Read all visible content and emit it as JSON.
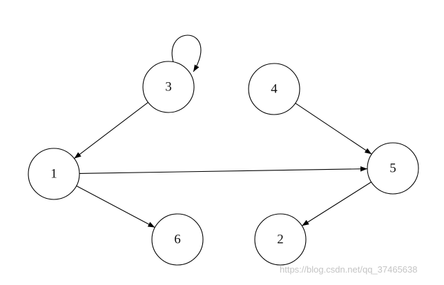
{
  "nodes": [
    {
      "id": "n1",
      "label": "1"
    },
    {
      "id": "n2",
      "label": "2"
    },
    {
      "id": "n3",
      "label": "3"
    },
    {
      "id": "n4",
      "label": "4"
    },
    {
      "id": "n5",
      "label": "5"
    },
    {
      "id": "n6",
      "label": "6"
    }
  ],
  "edges": [
    {
      "from": "n3",
      "to": "n3"
    },
    {
      "from": "n3",
      "to": "n1"
    },
    {
      "from": "n1",
      "to": "n5"
    },
    {
      "from": "n1",
      "to": "n6"
    },
    {
      "from": "n4",
      "to": "n5"
    },
    {
      "from": "n5",
      "to": "n2"
    }
  ],
  "watermark": "https://blog.csdn.net/qq_37465638"
}
